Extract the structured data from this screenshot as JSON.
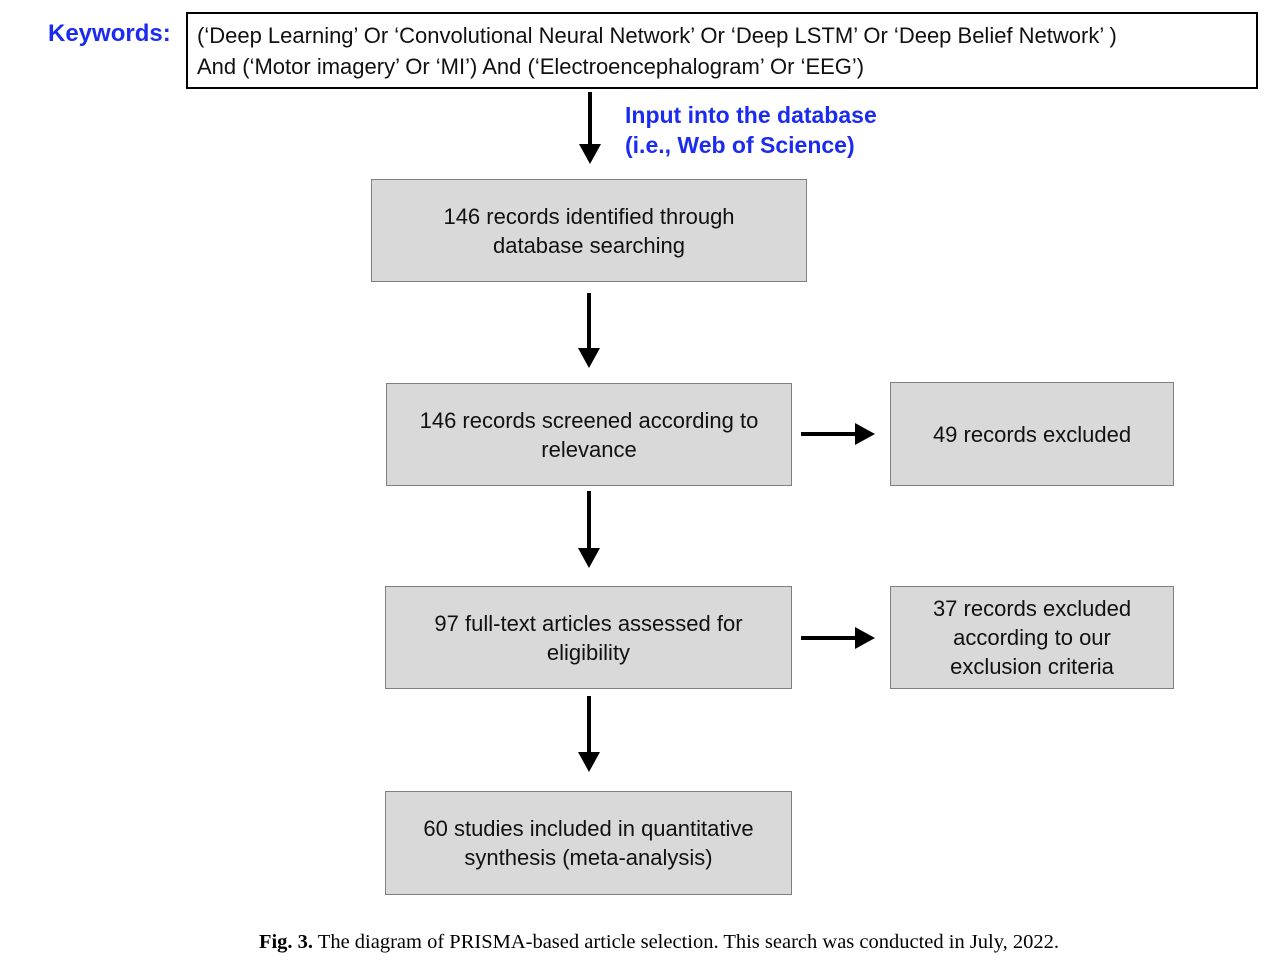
{
  "colors": {
    "accent_blue": "#1b2cf0",
    "box_fill": "#d9d9d9",
    "box_border": "#7f7f7f",
    "keyword_box_border": "#000000",
    "arrow": "#000000"
  },
  "keywords": {
    "label": "Keywords:",
    "query": "(‘Deep Learning’ Or ‘Convolutional Neural Network’ Or ‘Deep LSTM’ Or ‘Deep Belief Network’ )\nAnd (‘Motor imagery’ Or ‘MI’) And (‘Electroencephalogram’ Or ‘EEG’)"
  },
  "database_note": "Input into the database\n(i.e., Web of Science)",
  "flow": {
    "identified": "146 records identified through\ndatabase searching",
    "screened": "146 records screened according to\nrelevance",
    "excluded_screening": "49 records excluded",
    "fulltext": "97 full-text articles assessed for\neligibility",
    "excluded_fulltext": "37 records excluded\naccording to our\nexclusion criteria",
    "included": "60 studies included in quantitative\nsynthesis (meta-analysis)"
  },
  "counts": {
    "records_identified": 146,
    "records_screened": 146,
    "records_excluded_screening": 49,
    "fulltext_assessed": 97,
    "records_excluded_fulltext": 37,
    "studies_included": 60
  },
  "icons": {
    "arrow_down": "solid black downward arrow",
    "arrow_right": "solid black rightward arrow"
  },
  "caption": {
    "fig_label": "Fig. 3.",
    "text": "The diagram of PRISMA-based article selection. This search was conducted in July, 2022."
  }
}
